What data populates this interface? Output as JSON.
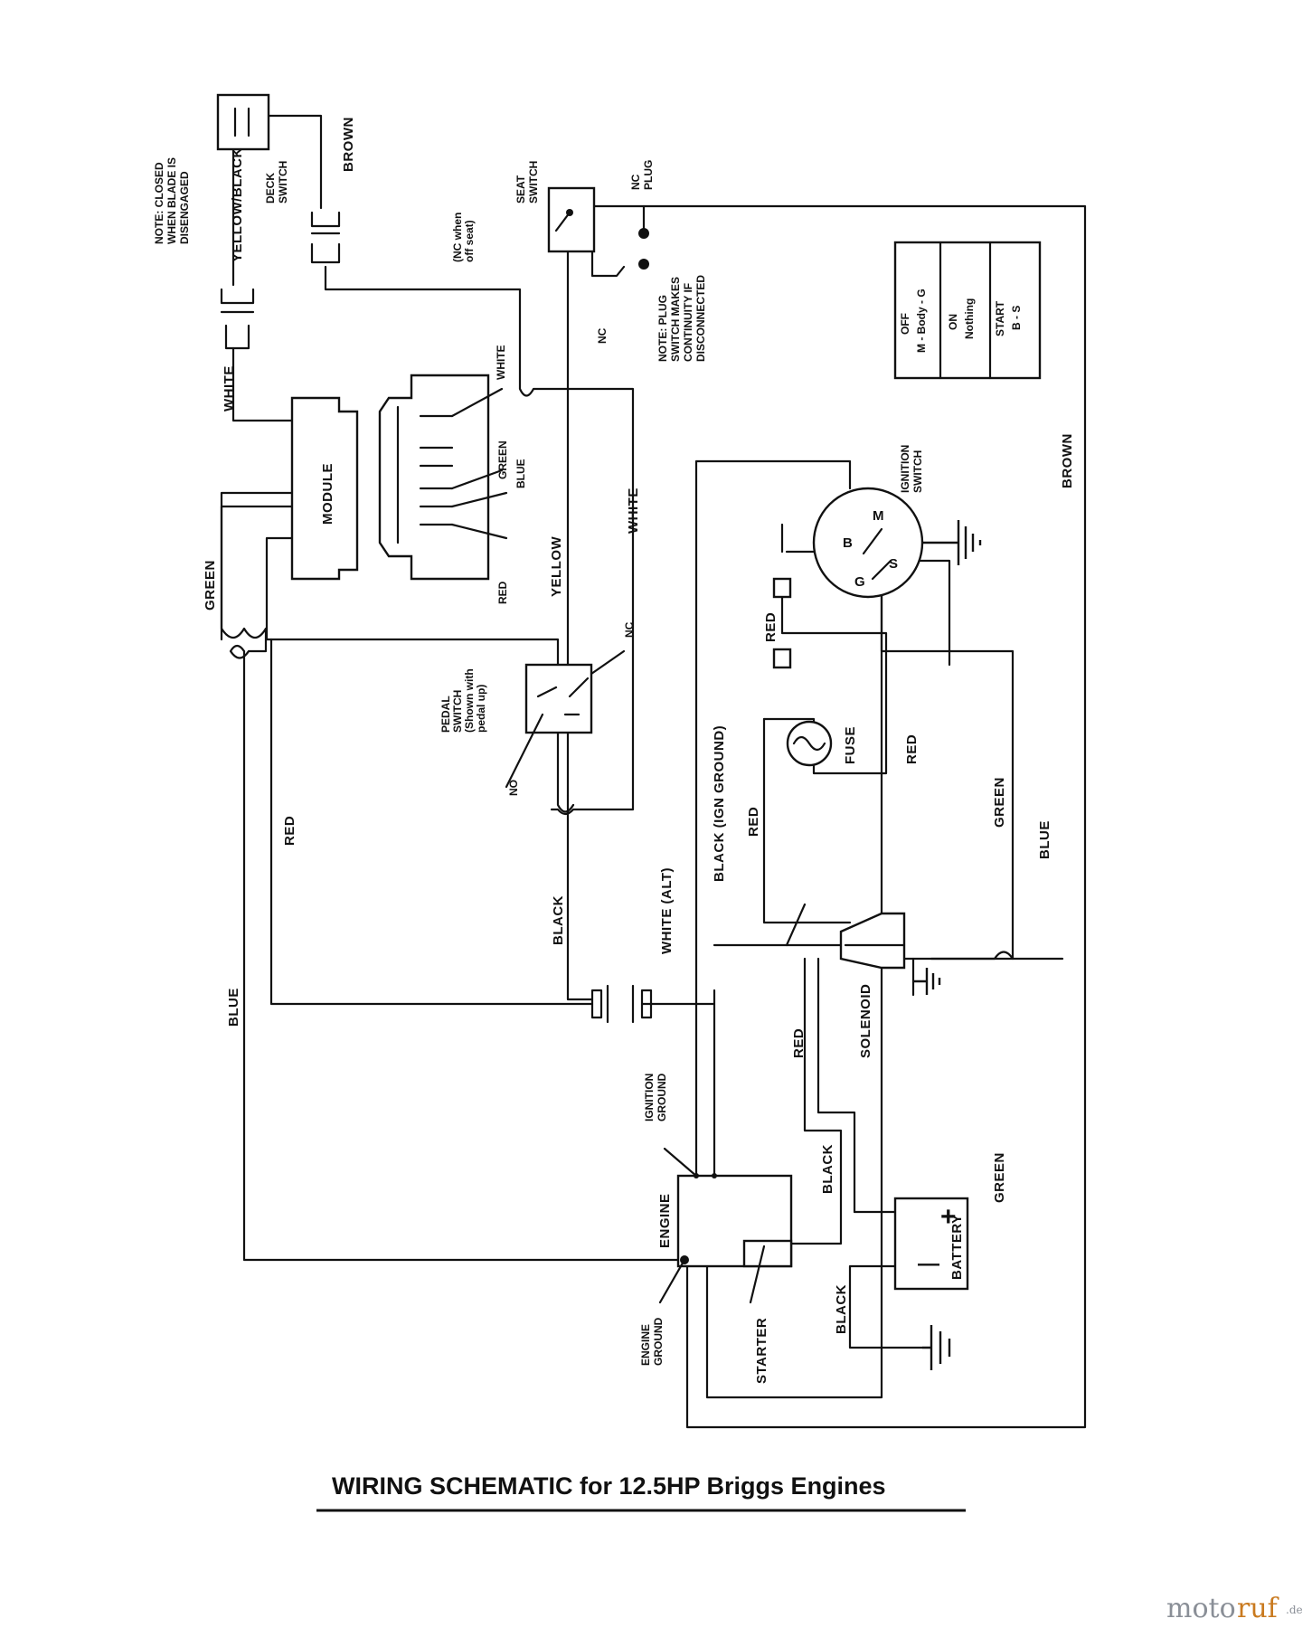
{
  "title": "WIRING SCHEMATIC for 12.5HP Briggs Engines",
  "watermark": {
    "part1": "moto",
    "part2": "ruf",
    "part3": ".de"
  },
  "notes": {
    "blade": [
      "NOTE:  CLOSED",
      "WHEN BLADE IS",
      "DISENGAGED"
    ],
    "plug": [
      "NOTE:  PLUG",
      "SWITCH MAKES",
      "CONTINUITY IF",
      "DISCONNECTED"
    ],
    "seat_nc": [
      "(NC when",
      "off seat)"
    ],
    "pedal": [
      "PEDAL",
      "SWITCH",
      "(Shown with",
      "pedal up)"
    ]
  },
  "components": {
    "deck_switch": [
      "DECK",
      "SWITCH"
    ],
    "seat_switch": [
      "SEAT",
      "SWITCH"
    ],
    "nc_plug": [
      "NC",
      "PLUG"
    ],
    "module": "MODULE",
    "ignition_switch": [
      "IGNITION",
      "SWITCH"
    ],
    "fuse": "FUSE",
    "solenoid": "SOLENOID",
    "battery": "BATTERY",
    "engine": "ENGINE",
    "starter": "STARTER",
    "ignition_ground": [
      "IGNITION",
      "GROUND"
    ],
    "engine_ground": [
      "ENGINE",
      "GROUND"
    ]
  },
  "switch_table": [
    {
      "pos": "OFF",
      "conn": "M - Body - G"
    },
    {
      "pos": "ON",
      "conn": "Nothing"
    },
    {
      "pos": "START",
      "conn": "B - S"
    }
  ],
  "ignition_terminals": {
    "m": "M",
    "b": "B",
    "g": "G",
    "s": "S"
  },
  "contacts": {
    "nc": "NC",
    "no": "NO"
  },
  "battery_signs": {
    "plus": "+",
    "minus": "—"
  },
  "wire_labels": {
    "yellow_black": "YELLOW/BLACK",
    "brown_top": "BROWN",
    "white_top": "WHITE",
    "white_conn": "WHITE",
    "green_conn": "GREEN",
    "blue_conn": "BLUE",
    "red_conn": "RED",
    "yellow": "YELLOW",
    "white_mid": "WHITE",
    "green_left": "GREEN",
    "red_left": "RED",
    "blue_left": "BLUE",
    "black_mid": "BLACK",
    "white_alt": "WHITE  (ALT)",
    "black_ign": "BLACK  (IGN GROUND)",
    "red_ign": "RED",
    "red_fuse": "RED",
    "red_sol_left": "RED",
    "red_sol": "RED",
    "green_right": "GREEN",
    "blue_right": "BLUE",
    "brown_right": "BROWN",
    "black_starter": "BLACK",
    "black_battery": "BLACK",
    "green_bottom": "GREEN"
  }
}
